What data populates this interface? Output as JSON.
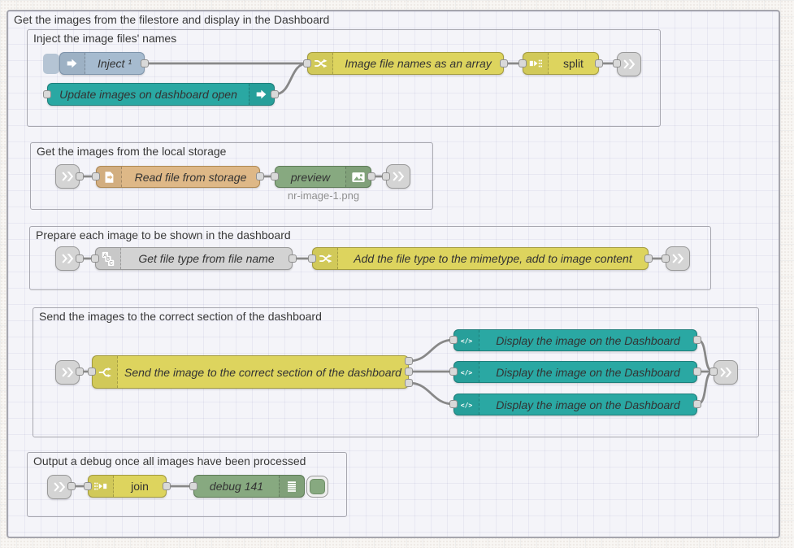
{
  "outer_group": {
    "title": "Get the images from the filestore and display in the Dashboard"
  },
  "groups": {
    "inject": {
      "title": "Inject the image files' names"
    },
    "storage": {
      "title": "Get the images from the local storage"
    },
    "prepare": {
      "title": "Prepare each image to be shown in the dashboard"
    },
    "send": {
      "title": "Send the images to the correct section of the dashboard"
    },
    "debug": {
      "title": "Output a debug once all images have been processed"
    }
  },
  "nodes": {
    "inject": "Inject ¹",
    "ui_control": "Update images on dashboard open",
    "filenames_change": "Image file names as an array",
    "split": "split",
    "file_in": "Read file from storage",
    "preview": "preview",
    "preview_status": "nr-image-1.png",
    "filetype": "Get file type from file name",
    "mimetype_change": "Add the file type to the mimetype, add to image content",
    "switch": "Send the image to the correct section of the dashboard",
    "template1": "Display the image on the Dashboard",
    "template2": "Display the image on the Dashboard",
    "template3": "Display the image on the Dashboard",
    "join": "join",
    "debug": "debug 141"
  },
  "colors": {
    "inject": "#a6bbcf",
    "function_yellow": "#ddd45e",
    "dashboard_teal": "#2aa8a3",
    "file_tan": "#deb887",
    "debug_green": "#87a980",
    "gray": "#d3d3d3",
    "link_gray": "#d4d4d4",
    "wire": "#888888",
    "group_border": "#a5a5ad"
  }
}
